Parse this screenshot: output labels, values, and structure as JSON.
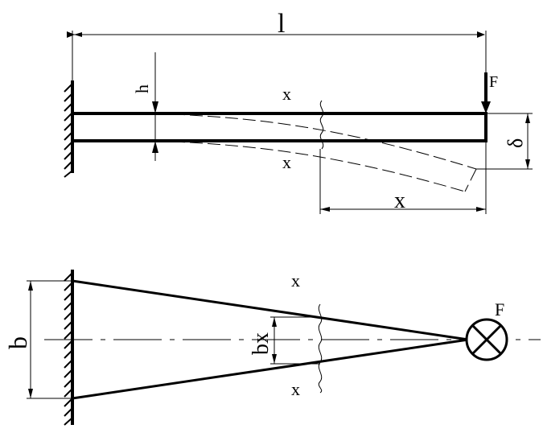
{
  "side_view": {
    "length_label": "l",
    "force_label": "F",
    "height_label": "h",
    "deflection_label": "δ",
    "section_label_top": "x",
    "section_label_bottom": "x",
    "distance_label": "x"
  },
  "top_view": {
    "width_label": "b",
    "section_width_label": "bx",
    "section_label_top": "x",
    "section_label_bottom": "x",
    "force_label": "F"
  }
}
